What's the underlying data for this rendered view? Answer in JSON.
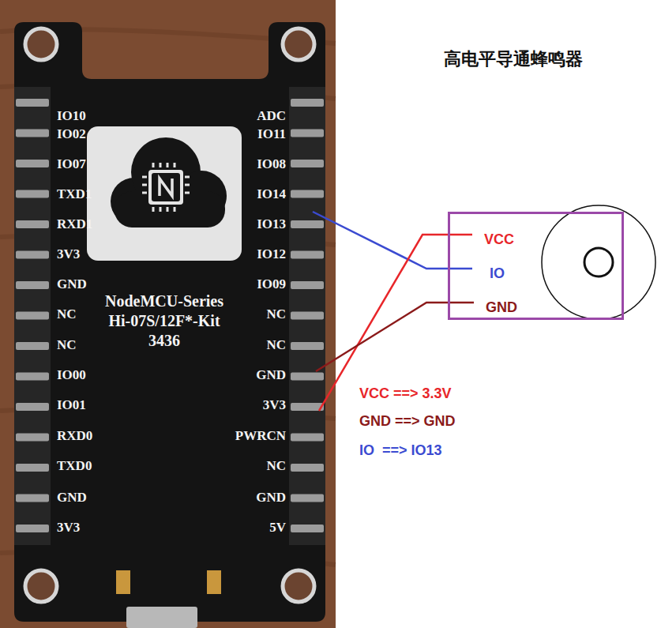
{
  "diagram": {
    "title": "高电平导通蜂鸣器",
    "nodes": [
      {
        "text": [
          "VCC",
          "IO",
          "GND"
        ]
      }
    ],
    "labels": [
      "IO10",
      "ADC",
      "IO02",
      "IO11",
      "IO07",
      "IO08",
      "TXD1",
      "IO14",
      "RXD1",
      "IO13",
      "3V3",
      "IO12",
      "GND",
      "IO09",
      "NC",
      "NC",
      "NC",
      "NC",
      "IO00",
      "GND",
      "IO01",
      "3V3",
      "RXD0",
      "PWRCN",
      "TXD0",
      "NC",
      "GND",
      "GND",
      "3V3",
      "5V",
      "NodeMCU-Series",
      "Hi-07S/12F*-Kit",
      "3436",
      "VCC ==> 3.3V",
      "GND ==> GND",
      "IO  ==> IO13"
    ]
  }
}
